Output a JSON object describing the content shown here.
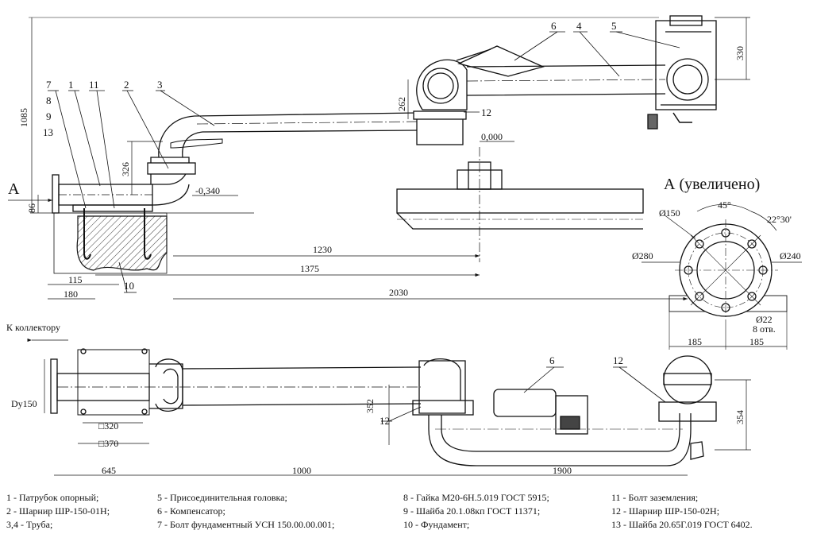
{
  "view_label": "А (увеличено)",
  "section_letter": "А",
  "to_collector": "К коллектору",
  "callouts": {
    "c1": "1",
    "c2": "2",
    "c3": "3",
    "c4": "4",
    "c5": "5",
    "c6": "6",
    "c7": "7",
    "c8": "8",
    "c9": "9",
    "c10": "10",
    "c11": "11",
    "c12": "12",
    "c13": "13",
    "c6b": "6",
    "c12b": "12",
    "c12c": "12"
  },
  "dims": {
    "d1085": "1085",
    "d330": "330",
    "d262": "262",
    "d326": "326",
    "d86": "86",
    "elev_zero": "0,000",
    "elev_neg": "-0,340",
    "d1230": "1230",
    "d1375": "1375",
    "d2030": "2030",
    "d115": "115",
    "d180": "180",
    "d45": "45°",
    "d22": "22°30'",
    "d150": "Ø150",
    "d280": "Ø280",
    "d240": "Ø240",
    "d22h": "Ø22",
    "holes": "8 отв.",
    "d185a": "185",
    "d185b": "185",
    "dy150": "Dy150",
    "sq320": "□320",
    "sq370": "□370",
    "d352": "352",
    "d354": "354",
    "d645": "645",
    "d1000": "1000",
    "d1900": "1900"
  },
  "legend": {
    "col1": [
      "1 - Патрубок опорный;",
      "2 - Шарнир ШР-150-01Н;",
      "3,4 - Труба;"
    ],
    "col2": [
      "5 - Присоединительная головка;",
      "6 - Компенсатор;",
      "7 - Болт фундаментный УСН 150.00.00.001;"
    ],
    "col3": [
      "8 - Гайка М20-6Н.5.019 ГОСТ 5915;",
      "9 - Шайба 20.1.08кп ГОСТ 11371;",
      "10 - Фундамент;"
    ],
    "col4": [
      "11 - Болт заземления;",
      "12 - Шарнир ШР-150-02Н;",
      "13 - Шайба 20.65Г.019 ГОСТ 6402."
    ]
  }
}
